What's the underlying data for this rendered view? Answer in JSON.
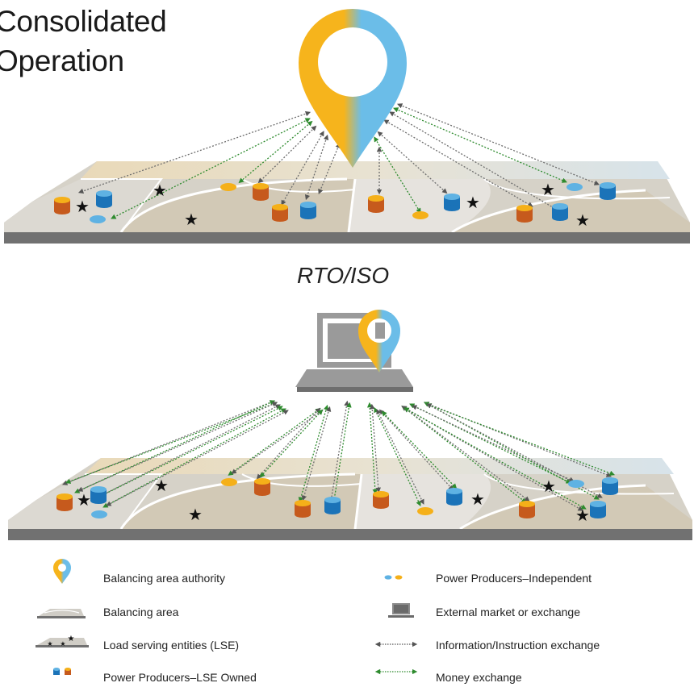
{
  "title": {
    "line1": "Consolidated",
    "line2": "Operation"
  },
  "rto_label": "RTO/ISO",
  "colors": {
    "pin_orange": "#f6b41c",
    "pin_blue": "#6bbde8",
    "producer_orange": "#f5b019",
    "producer_dark_orange": "#c65a1d",
    "producer_blue": "#1b73b8",
    "producer_light_blue": "#5fb2e3",
    "info_arrow": "#6d6d6d",
    "money_arrow": "#2e8b2e",
    "ground": "#717171"
  },
  "legend": {
    "left": [
      {
        "icon": "balancing-area-authority-icon",
        "label": "Balancing area authority"
      },
      {
        "icon": "balancing-area-icon",
        "label": "Balancing area"
      },
      {
        "icon": "lse-icon",
        "label": "Load serving entities (LSE)"
      },
      {
        "icon": "lse-owned-producer-icon",
        "label": "Power Producers–LSE Owned"
      }
    ],
    "right": [
      {
        "icon": "independent-producer-icon",
        "label": "Power Producers–Independent"
      },
      {
        "icon": "external-market-icon",
        "label": "External market or exchange"
      },
      {
        "icon": "info-exchange-icon",
        "label": "Information/Instruction exchange"
      },
      {
        "icon": "money-exchange-icon",
        "label": "Money exchange"
      }
    ]
  }
}
